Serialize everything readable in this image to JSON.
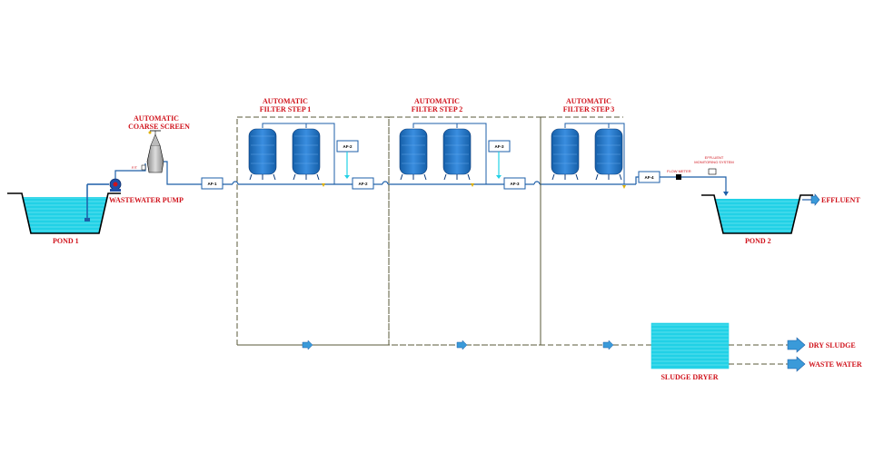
{
  "labels": {
    "pond1": "POND 1",
    "pond2": "POND 2",
    "pump": "WASTEWATER PUMP",
    "screen_line1": "AUTOMATIC",
    "screen_line2": "COARSE SCREEN",
    "filter1_line1": "AUTOMATIC",
    "filter1_line2": "FILTER STEP 1",
    "filter2_line1": "AUTOMATIC",
    "filter2_line2": "FILTER STEP 2",
    "filter3_line1": "AUTOMATIC",
    "filter3_line2": "FILTER STEP 3",
    "effluent": "EFFLUENT",
    "sludge_dryer": "SLUDGE DRYER",
    "dry_sludge": "DRY SLUDGE",
    "waste_water": "WASTE WATER",
    "flow_meter": "FLOW METER",
    "monitor_line1": "EFFLUENT",
    "monitor_line2": "MONITORING SYSTEM"
  },
  "instrument_tags": {
    "af1": "AF-1",
    "af2": "AF-2",
    "af2b": "AF-2",
    "af3": "AF-3",
    "af3b": "AF-3",
    "af4": "AF-4"
  },
  "colors": {
    "water": "#21d1e6",
    "pipe": "#1d5fa8",
    "tank": "#1f73c9",
    "dashed_line": "#5a5a3a",
    "label_red": "#d0121b",
    "arrow": "#3a9ad9"
  }
}
